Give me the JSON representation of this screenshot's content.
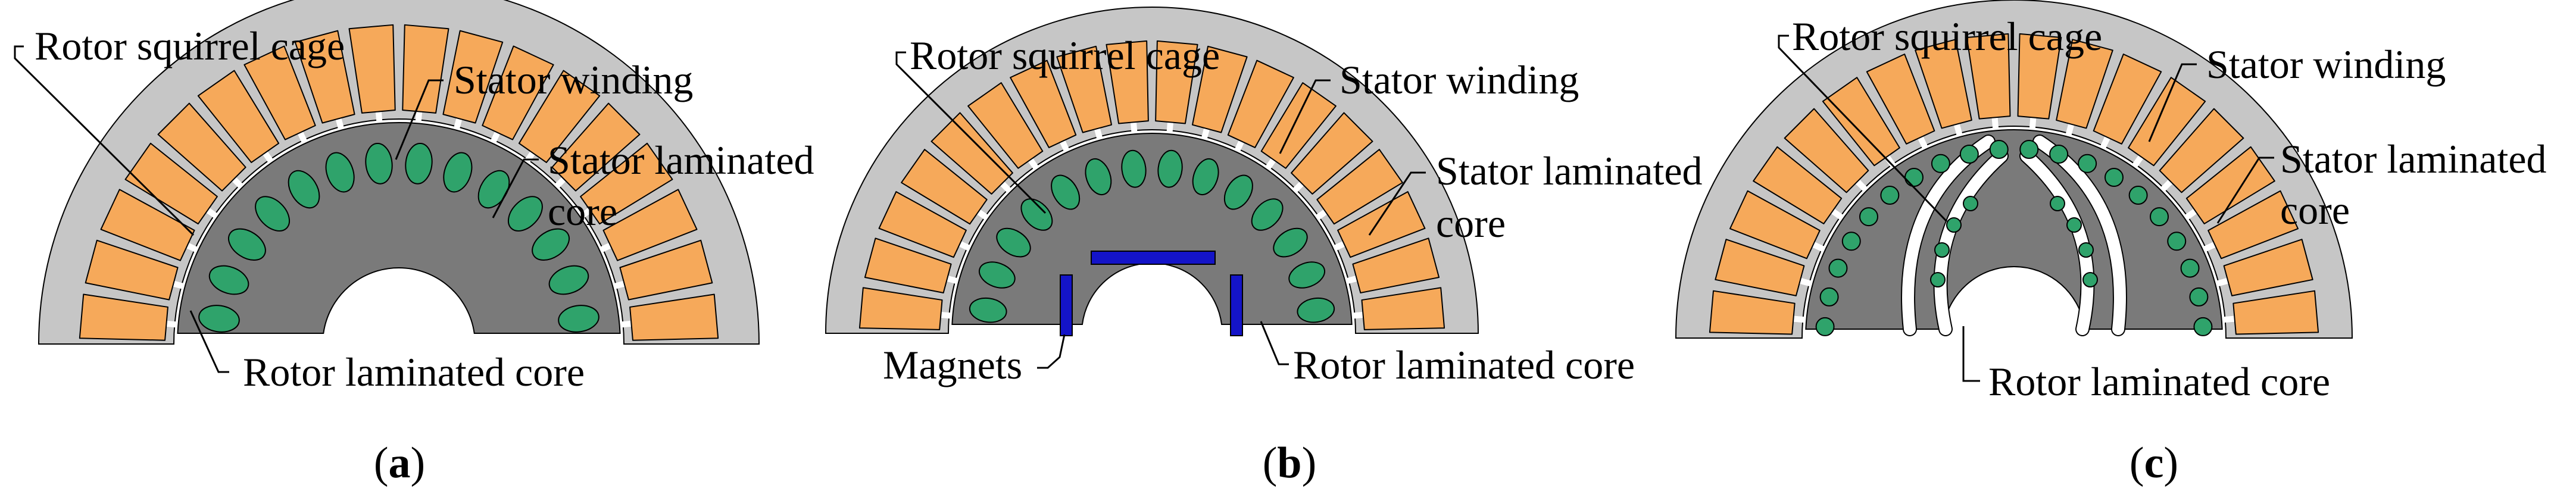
{
  "colors": {
    "stator": "#c6c6c6",
    "rotor": "#7a7a7a",
    "winding": "#f6a95a",
    "cage": "#2fa36b",
    "magnet": "#1414c8",
    "background": "#ffffff",
    "outline": "#000000"
  },
  "panels": [
    {
      "id": "a",
      "caption": "a",
      "labels": {
        "rotor_squirrel_cage": "Rotor squirrel cage",
        "stator_winding": "Stator winding",
        "stator_core_line1": "Stator laminated",
        "stator_core_line2": "core",
        "rotor_core": "Rotor laminated core"
      }
    },
    {
      "id": "b",
      "caption": "b",
      "labels": {
        "rotor_squirrel_cage": "Rotor squirrel cage",
        "stator_winding": "Stator winding",
        "stator_core_line1": "Stator laminated",
        "stator_core_line2": "core",
        "rotor_core": "Rotor laminated core",
        "magnets": "Magnets"
      }
    },
    {
      "id": "c",
      "caption": "c",
      "labels": {
        "rotor_squirrel_cage": "Rotor squirrel cage",
        "stator_winding": "Stator winding",
        "stator_core_line1": "Stator laminated",
        "stator_core_line2": "core",
        "rotor_core": "Rotor laminated core"
      }
    }
  ]
}
